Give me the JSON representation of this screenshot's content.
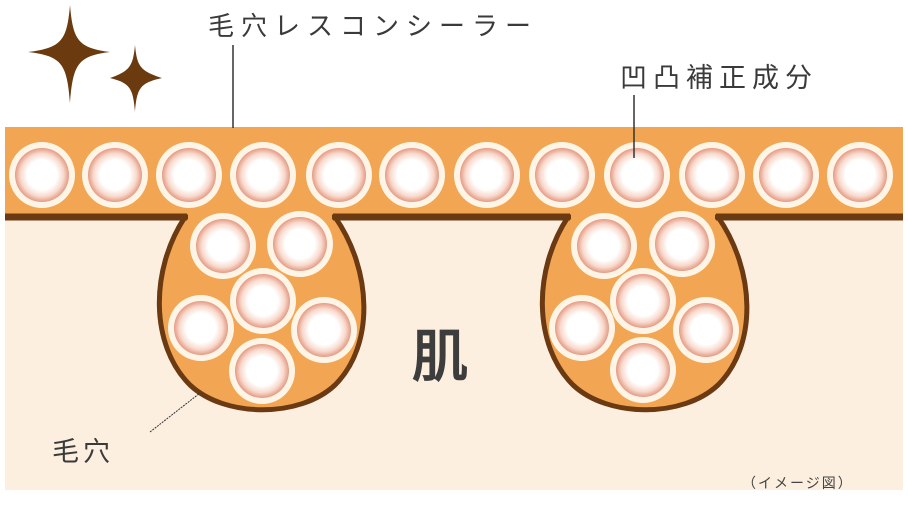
{
  "labels": {
    "product": "毛穴レスコンシーラー",
    "ingredient": "凹凸補正成分",
    "skin": "肌",
    "pore": "毛穴",
    "note": "（イメージ図）"
  },
  "colors": {
    "background": "#ffffff",
    "concealer_layer": "#f2a552",
    "skin": "#fcefe0",
    "outline": "#6b3a12",
    "sparkle": "#6b3a0e",
    "particle_ring": "#fff5e6",
    "particle_inner": "#e8a08a",
    "text": "#3a3a3a"
  },
  "icons": {
    "sparkles": [
      "sparkle-large",
      "sparkle-small"
    ]
  },
  "particles": {
    "top_row_count": 12,
    "per_pore_count": 6,
    "pore_count": 2
  }
}
